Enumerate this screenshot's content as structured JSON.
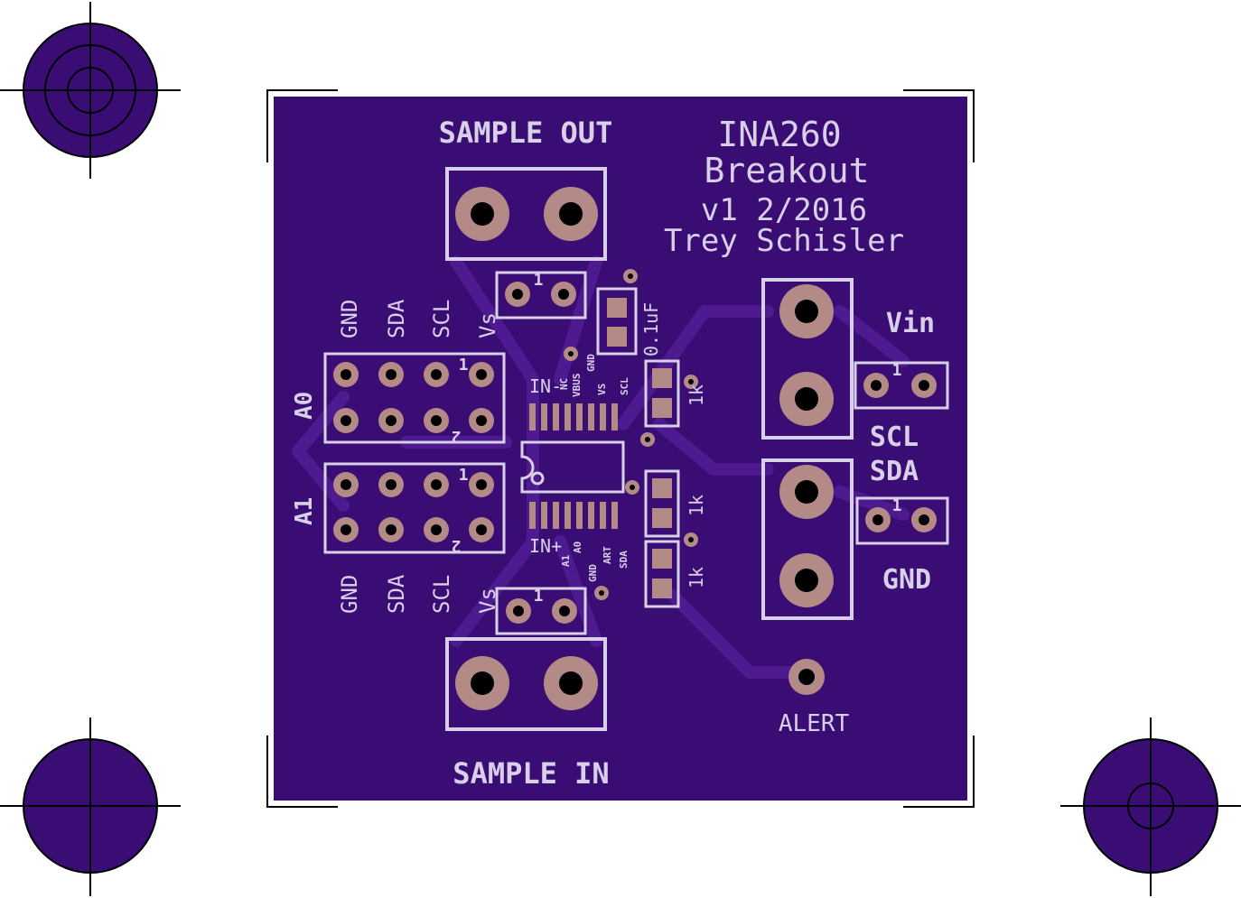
{
  "board": {
    "title_line1": "INA260",
    "title_line2": "Breakout",
    "version": "v1 2/2016",
    "author": "Trey Schisler",
    "colors": {
      "board": "#3a0d75",
      "silk": "#d8d0e8",
      "copper": "#b38a86",
      "fiducial": "#3a0d75"
    }
  },
  "labels": {
    "sample_out": "SAMPLE OUT",
    "sample_in": "SAMPLE IN",
    "vin": "Vin",
    "scl": "SCL",
    "sda": "SDA",
    "gnd": "GND",
    "alert": "ALERT",
    "a0": "A0",
    "a1": "A1",
    "vs": "Vs",
    "cap_value": "0.1uF",
    "res_value": "1k",
    "pin1": "1",
    "pin2": "2"
  },
  "header_top_labels": [
    "GND",
    "SDA",
    "SCL",
    "Vs"
  ],
  "header_bottom_labels": [
    "GND",
    "SDA",
    "SCL",
    "Vs"
  ],
  "ic_top_pins": [
    "IN-",
    "NC",
    "VBUS",
    "GND",
    "VS",
    "SCL"
  ],
  "ic_bottom_pins": [
    "IN+",
    "A1",
    "GND",
    "A0",
    "ART",
    "SDA"
  ]
}
